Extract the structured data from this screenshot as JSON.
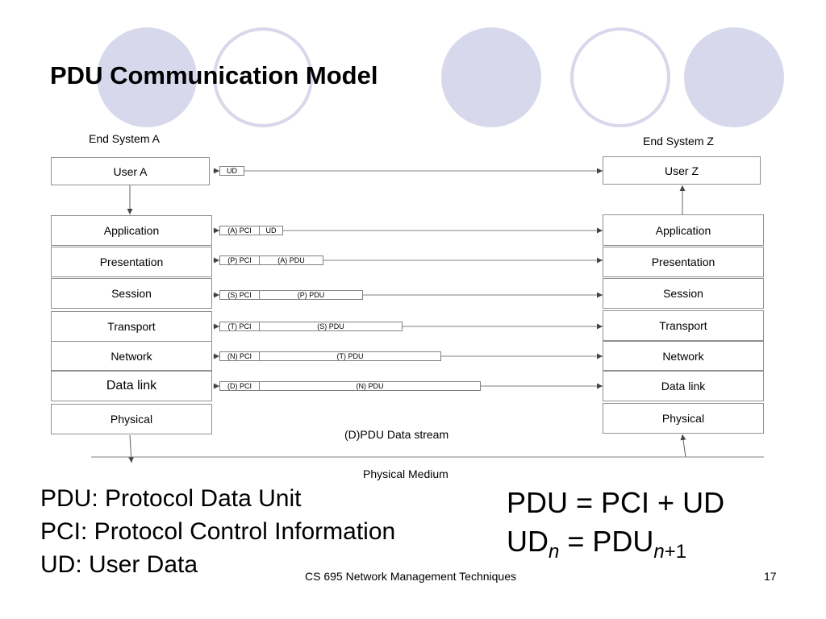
{
  "title": "PDU Communication Model",
  "end_system_a": {
    "label": "End System A",
    "user": "User A",
    "layers": [
      "Application",
      "Presentation",
      "Session",
      "Transport",
      "Network",
      "Data link",
      "Physical"
    ]
  },
  "end_system_z": {
    "label": "End System Z",
    "user": "User Z",
    "layers": [
      "Application",
      "Presentation",
      "Session",
      "Transport",
      "Network",
      "Data link",
      "Physical"
    ]
  },
  "user_data_label": "UD",
  "pdus": [
    {
      "pci": "(A) PCI",
      "payload": "UD"
    },
    {
      "pci": "(P) PCI",
      "payload": "(A) PDU"
    },
    {
      "pci": "(S) PCI",
      "payload": "(P) PDU"
    },
    {
      "pci": "(T) PCI",
      "payload": "(S) PDU"
    },
    {
      "pci": "(N) PCI",
      "payload": "(T) PDU"
    },
    {
      "pci": "(D) PCI",
      "payload": "(N) PDU"
    }
  ],
  "data_stream_label": "(D)PDU  Data stream",
  "physical_medium_label": "Physical Medium",
  "definitions": [
    "PDU: Protocol Data Unit",
    "PCI:  Protocol Control Information",
    "UD: User Data"
  ],
  "formula": {
    "line1": "PDU = PCI + UD",
    "ud": "UD",
    "sub_n": "n",
    "equals_pdu": " = PDU",
    "sub_n1": "n",
    "plus_one": "+1"
  },
  "footer": {
    "course": "CS 695 Network Management Techniques",
    "page_number": "17"
  },
  "colors": {
    "decor_circle": "#d8d8ec",
    "line": "#808080",
    "box_border": "#909090"
  }
}
